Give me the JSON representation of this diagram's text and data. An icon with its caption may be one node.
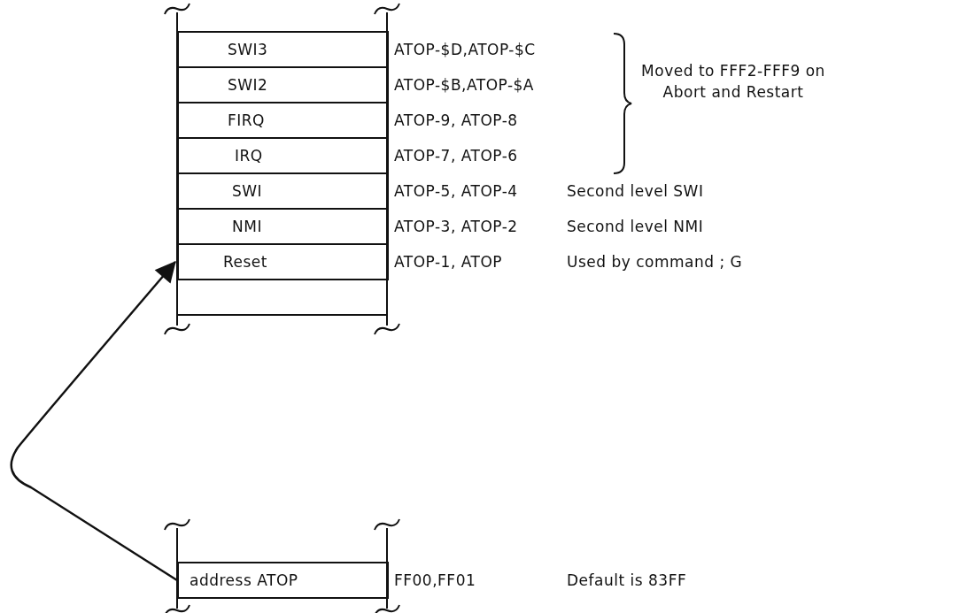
{
  "diagram": {
    "nodes": [
      {
        "text": [
          "SWI3"
        ],
        "beside": [
          "ATOP-$D,ATOP-$C"
        ]
      },
      {
        "text": [
          "SWI2"
        ],
        "beside": [
          "ATOP-$B,ATOP-$A"
        ]
      },
      {
        "text": [
          "FIRQ"
        ],
        "beside": [
          "ATOP-9, ATOP-8"
        ]
      },
      {
        "text": [
          "IRQ"
        ],
        "beside": [
          "ATOP-7, ATOP-6"
        ]
      },
      {
        "text": [
          "SWI"
        ],
        "beside": [
          "ATOP-5, ATOP-4"
        ]
      },
      {
        "text": [
          "NMI"
        ],
        "beside": [
          "ATOP-3, ATOP-2"
        ]
      },
      {
        "text": [
          "Reset"
        ],
        "beside": [
          "ATOP-1, ATOP"
        ]
      },
      {
        "text": [
          "address ATOP"
        ],
        "beside": [
          "FF00,FF01"
        ]
      }
    ],
    "edges": [
      {
        "from": 7,
        "to": 6,
        "arrow": "to"
      }
    ],
    "labels": [
      "Moved to FFF2-FFF9 on Abort and Restart",
      "Second level SWI",
      "Second level NMI",
      "Used by command ; G",
      "Default is 83FF"
    ]
  }
}
